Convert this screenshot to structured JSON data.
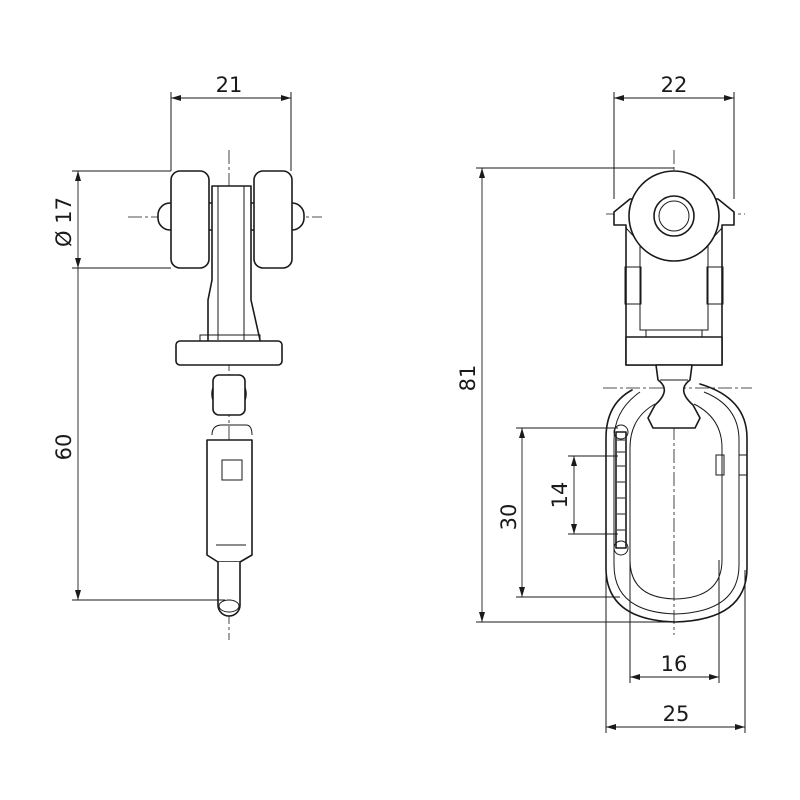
{
  "dimensions": {
    "width_left": "21",
    "diameter_wheel": "Ø 17",
    "height_left": "60",
    "width_right": "22",
    "height_total": "81",
    "hook_opening_outer": "30",
    "hook_opening_inner": "14",
    "ring_inner_width": "16",
    "ring_outer_width": "25"
  }
}
